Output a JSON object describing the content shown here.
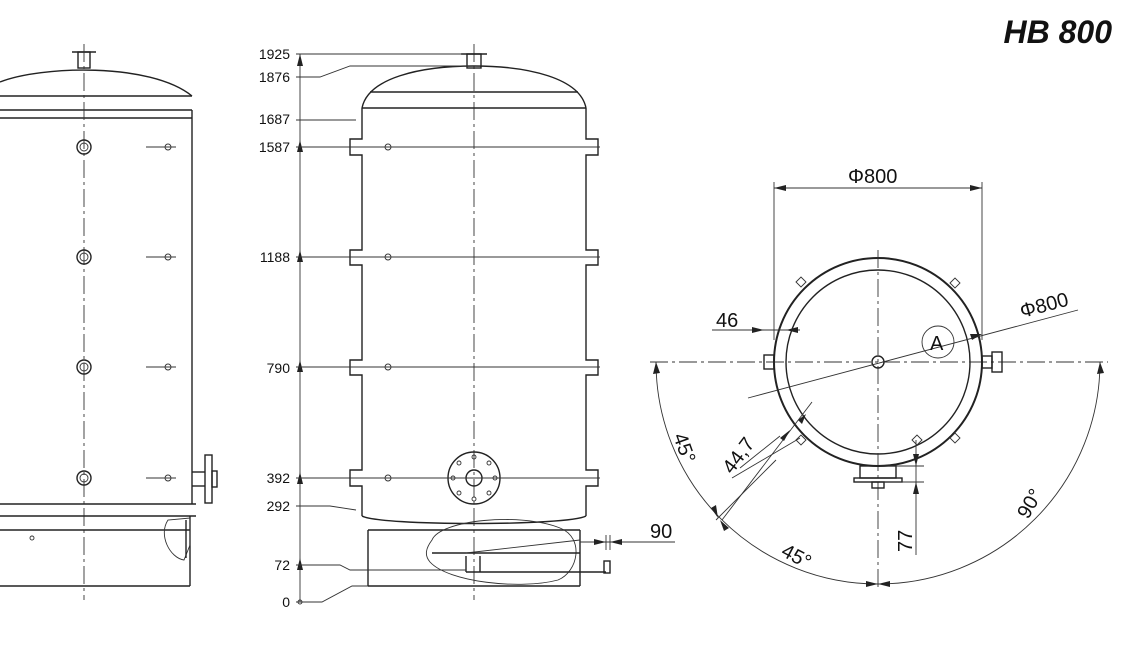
{
  "title": "HB 800",
  "height_levels": [
    "1925",
    "1876",
    "1687",
    "1587",
    "1188",
    "790",
    "392",
    "292",
    "72",
    "0"
  ],
  "plan_dimensions": {
    "diameter_top": "Φ800",
    "diameter_diag": "Φ800",
    "offset_46": "46",
    "offset_44_7": "44,7",
    "connection_label": "A",
    "side_90": "90",
    "bottom_77": "77"
  },
  "angles": {
    "left_upper": "45°",
    "left_lower": "45°",
    "right": "90°"
  }
}
